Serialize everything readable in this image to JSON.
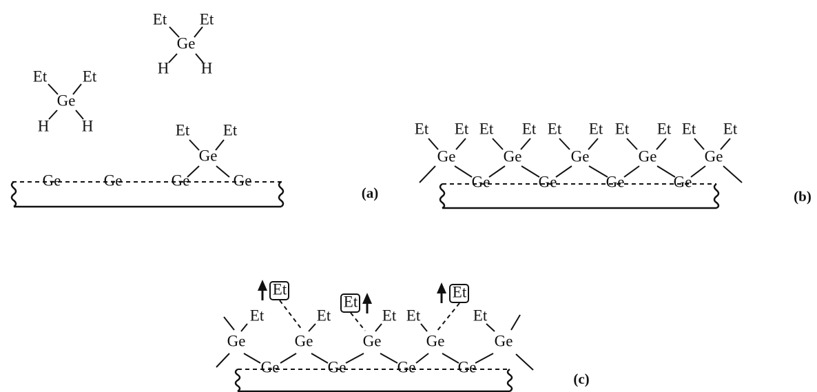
{
  "labels": {
    "ge": "Ge",
    "et": "Et",
    "h": "H"
  },
  "panels": {
    "a": "(a)",
    "b": "(b)",
    "c": "(c)"
  }
}
